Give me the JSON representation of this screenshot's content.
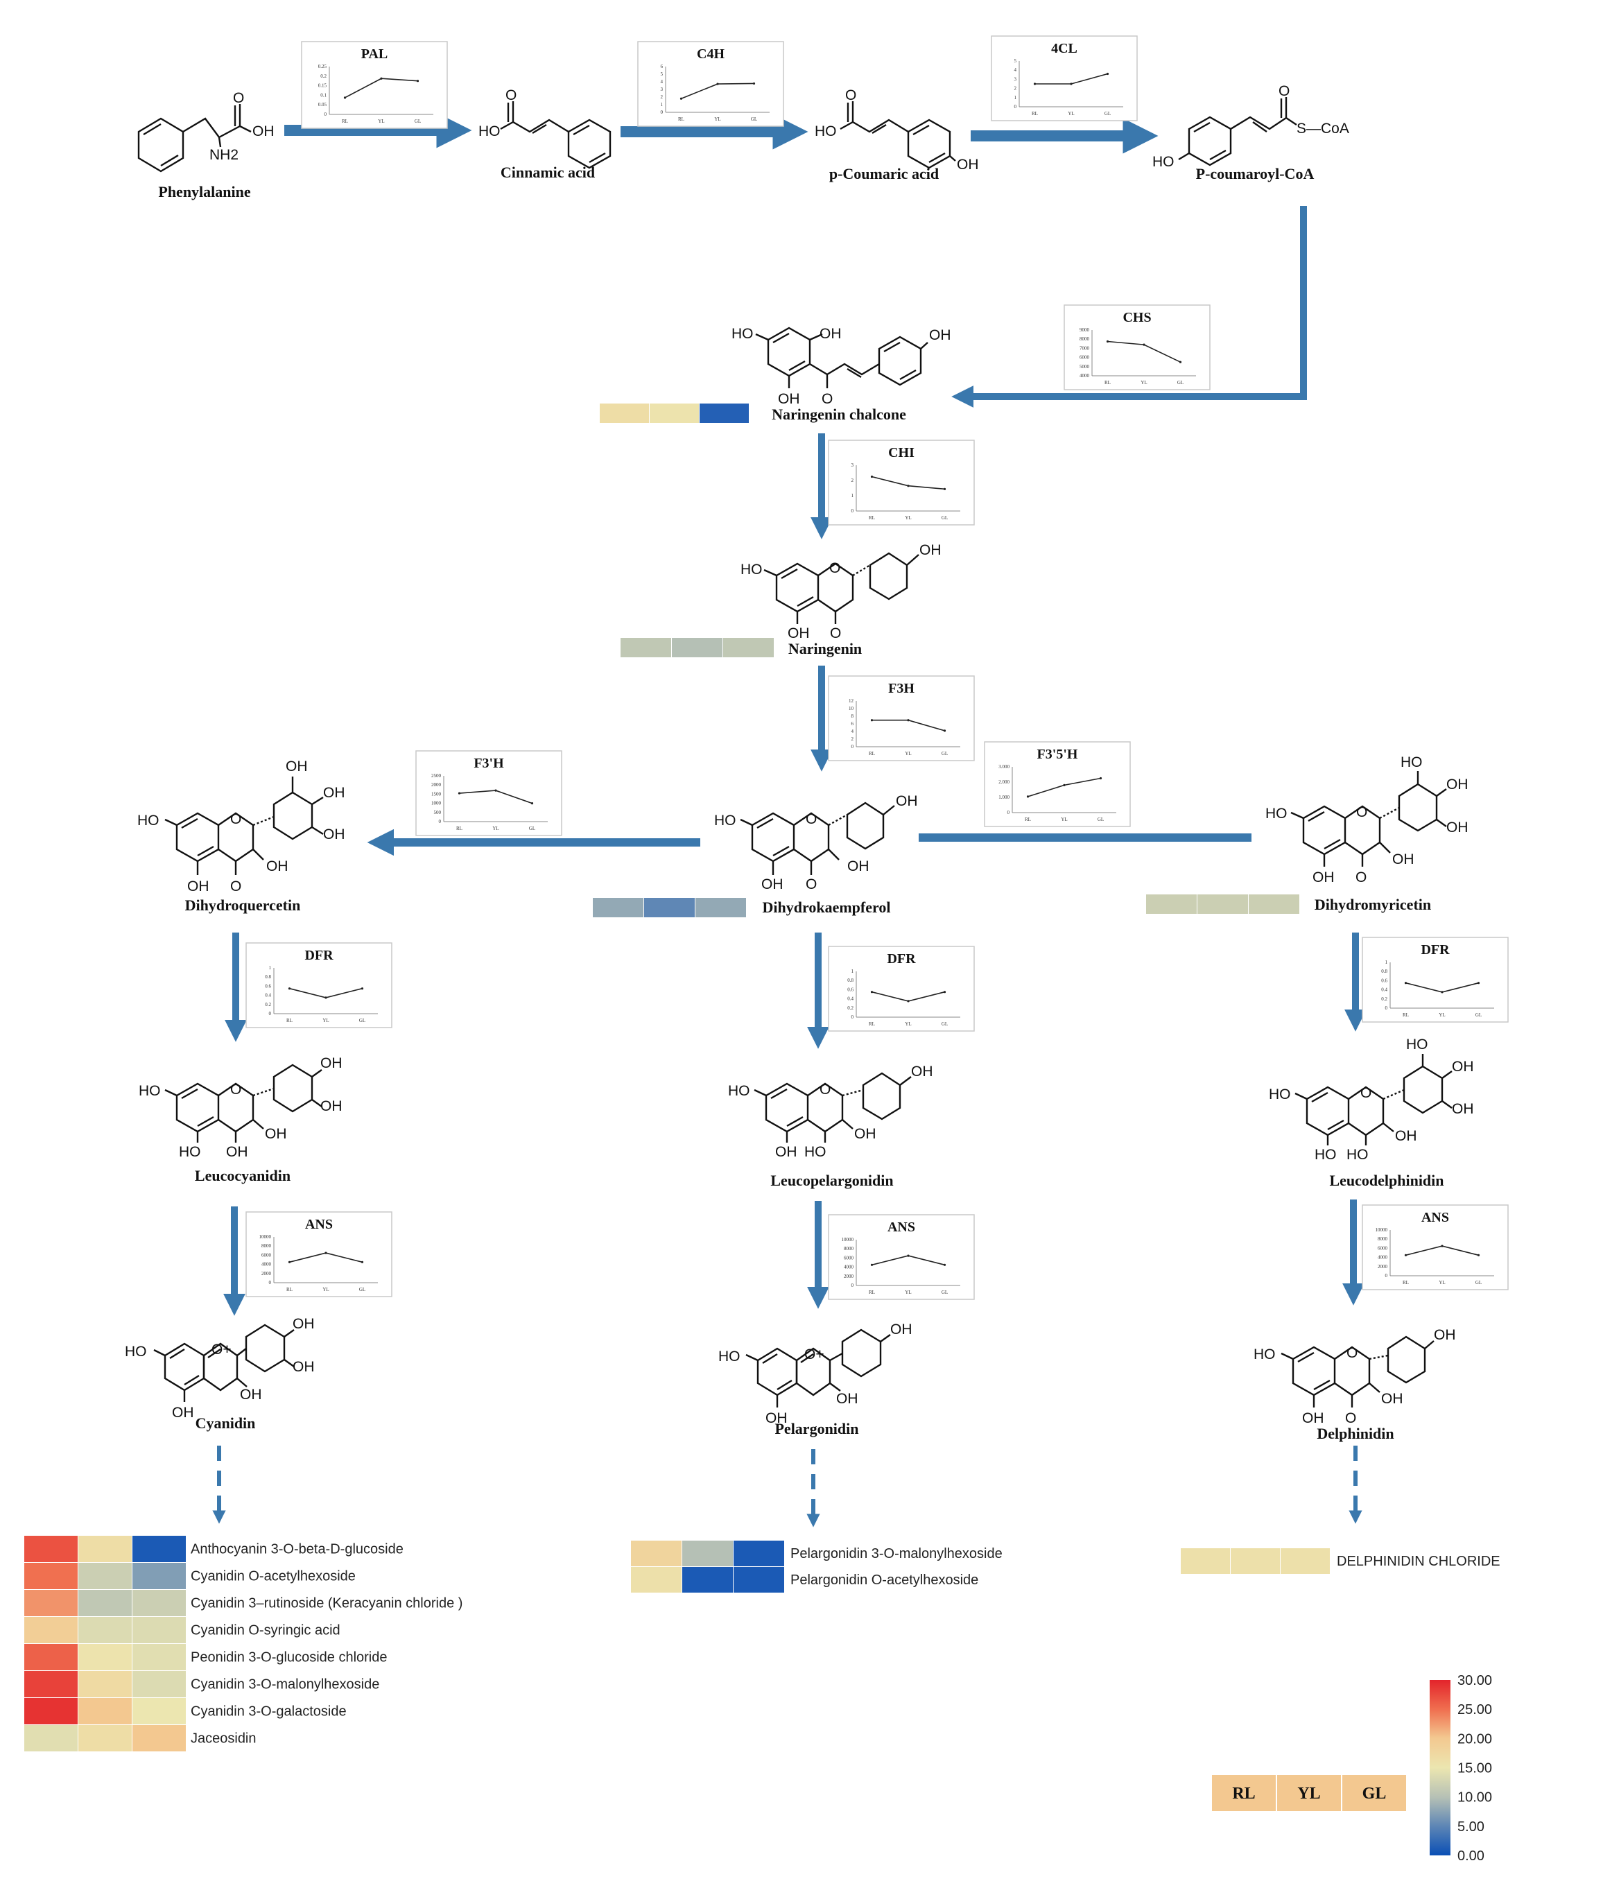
{
  "compounds": {
    "phenylalanine": "Phenylalanine",
    "cinnamic": "Cinnamic acid",
    "pcoumaric": "p-Coumaric acid",
    "pcoumaroyl": "P-coumaroyl-CoA",
    "nar_chalcone": "Naringenin chalcone",
    "naringenin": "Naringenin",
    "dihydrokaempferol": "Dihydrokaempferol",
    "dihydroquercetin": "Dihydroquercetin",
    "dihydromyricetin": "Dihydromyricetin",
    "leucocyanidin": "Leucocyanidin",
    "leucopelargonidin": "Leucopelargonidin",
    "leucodelphinidin": "Leucodelphinidin",
    "cyanidin": "Cyanidin",
    "pelargonidin": "Pelargonidin",
    "delphinidin": "Delphinidin"
  },
  "atoms": {
    "oh": "OH",
    "ho": "HO",
    "nh2": "NH2",
    "o": "O",
    "s_coa": "S—CoA",
    "o_plus": "O+"
  },
  "enzymes": [
    {
      "id": "pal",
      "name": "PAL",
      "trend": [
        0.35,
        0.75,
        0.7
      ],
      "yticks": [
        "0.25",
        "0.2",
        "0.15",
        "0.1",
        "0.05",
        "0"
      ]
    },
    {
      "id": "c4h",
      "name": "C4H",
      "trend": [
        0.3,
        0.62,
        0.63
      ],
      "yticks": [
        "6",
        "5",
        "4",
        "3",
        "2",
        "1",
        "0"
      ]
    },
    {
      "id": "4cl",
      "name": "4CL",
      "trend": [
        0.5,
        0.5,
        0.72
      ],
      "yticks": [
        "5",
        "4",
        "3",
        "2",
        "1",
        "0"
      ]
    },
    {
      "id": "chs",
      "name": "CHS",
      "trend": [
        0.75,
        0.68,
        0.3
      ],
      "yticks": [
        "9000",
        "8000",
        "7000",
        "6000",
        "5000",
        "4000"
      ]
    },
    {
      "id": "chi",
      "name": "CHI",
      "trend": [
        0.75,
        0.55,
        0.48
      ],
      "yticks": [
        "3",
        "2",
        "1",
        "0"
      ]
    },
    {
      "id": "f3h",
      "name": "F3H",
      "trend": [
        0.58,
        0.58,
        0.35
      ],
      "yticks": [
        "12",
        "10",
        "8",
        "6",
        "4",
        "2",
        "0"
      ]
    },
    {
      "id": "f3h2",
      "name": "F3'H",
      "trend": [
        0.62,
        0.68,
        0.4
      ],
      "yticks": [
        "2500",
        "2000",
        "1500",
        "1000",
        "500",
        "0"
      ]
    },
    {
      "id": "f35h",
      "name": "F3'5'H",
      "trend": [
        0.35,
        0.6,
        0.75
      ],
      "yticks": [
        "3.000",
        "2.000",
        "1.000",
        "0"
      ]
    },
    {
      "id": "dfr_l",
      "name": "DFR",
      "trend": [
        0.55,
        0.35,
        0.55
      ],
      "yticks": [
        "1",
        "0.8",
        "0.6",
        "0.4",
        "0.2",
        "0"
      ]
    },
    {
      "id": "dfr_m",
      "name": "DFR",
      "trend": [
        0.55,
        0.35,
        0.55
      ],
      "yticks": [
        "1",
        "0.8",
        "0.6",
        "0.4",
        "0.2",
        "0"
      ]
    },
    {
      "id": "dfr_r",
      "name": "DFR",
      "trend": [
        0.55,
        0.35,
        0.55
      ],
      "yticks": [
        "1",
        "0.8",
        "0.6",
        "0.4",
        "0.2",
        "0"
      ]
    },
    {
      "id": "ans_l",
      "name": "ANS",
      "trend": [
        0.45,
        0.65,
        0.45
      ],
      "yticks": [
        "10000",
        "8000",
        "6000",
        "4000",
        "2000",
        "0"
      ]
    },
    {
      "id": "ans_m",
      "name": "ANS",
      "trend": [
        0.45,
        0.65,
        0.45
      ],
      "yticks": [
        "10000",
        "8000",
        "6000",
        "4000",
        "2000",
        "0"
      ]
    },
    {
      "id": "ans_r",
      "name": "ANS",
      "trend": [
        0.45,
        0.65,
        0.45
      ],
      "yticks": [
        "10000",
        "8000",
        "6000",
        "4000",
        "2000",
        "0"
      ]
    }
  ],
  "chart_xticks": [
    "RL",
    "YL",
    "GL"
  ],
  "heat_strips": [
    {
      "id": "nar_chalcone",
      "values": [
        16.5,
        15.5,
        1.5
      ]
    },
    {
      "id": "naringenin",
      "values": [
        11,
        10,
        11
      ]
    },
    {
      "id": "dihydrokaempferol",
      "values": [
        8,
        5,
        8
      ]
    },
    {
      "id": "dihydromyricetin",
      "values": [
        12,
        12,
        12
      ]
    }
  ],
  "metabolite_heatmaps": [
    {
      "id": "cyanidin",
      "rows": [
        {
          "label": "Anthocyanin 3-O-beta-D-glucoside",
          "values": [
            27,
            16.5,
            1
          ]
        },
        {
          "label": "Cyanidin O-acetylhexoside",
          "values": [
            25,
            12,
            7
          ]
        },
        {
          "label": "Cyanidin 3–rutinoside (Keracyanin chloride )",
          "values": [
            23,
            11,
            12
          ]
        },
        {
          "label": "Cyanidin O-syringic acid",
          "values": [
            19,
            13.5,
            13.5
          ]
        },
        {
          "label": "Peonidin 3-O-glucoside chloride",
          "values": [
            26,
            15.5,
            14
          ]
        },
        {
          "label": "Cyanidin 3-O-malonylhexoside",
          "values": [
            28,
            17,
            13.5
          ]
        },
        {
          "label": "Cyanidin 3-O-galactoside",
          "values": [
            29,
            20,
            15
          ]
        },
        {
          "label": "Jaceosidin",
          "values": [
            14,
            16.5,
            20
          ]
        }
      ]
    },
    {
      "id": "pelargonidin",
      "rows": [
        {
          "label": "Pelargonidin 3-O-malonylhexoside",
          "values": [
            18,
            10,
            1
          ]
        },
        {
          "label": "Pelargonidin O-acetylhexoside",
          "values": [
            16,
            1,
            1
          ]
        }
      ]
    },
    {
      "id": "delphinidin",
      "rows": [
        {
          "label": "DELPHINIDIN CHLORIDE",
          "values": [
            16,
            16,
            16
          ]
        }
      ]
    }
  ],
  "legend": {
    "ticks": [
      "30.00",
      "25.00",
      "20.00",
      "15.00",
      "10.00",
      "5.00",
      "0.00"
    ],
    "samples": [
      "RL",
      "YL",
      "GL"
    ]
  },
  "colors": {
    "arrow": "#3a78ad",
    "scale": [
      "#0a4fb5",
      "#5f87b5",
      "#b5c0b5",
      "#ece6b0",
      "#f3c890",
      "#f07050",
      "#e3242b"
    ]
  }
}
